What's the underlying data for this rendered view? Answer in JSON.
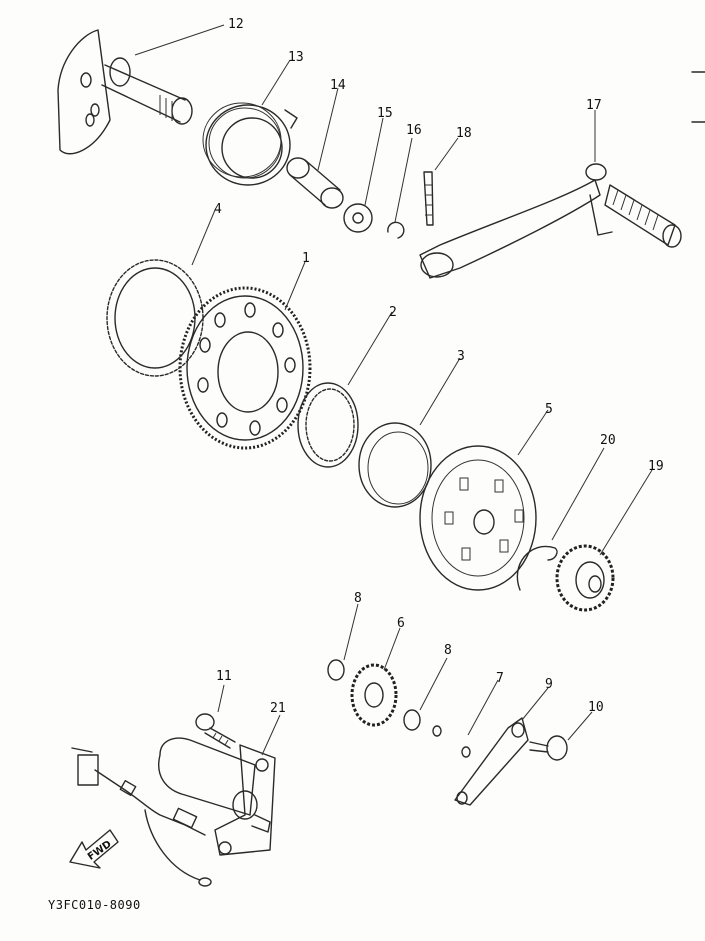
{
  "diagram": {
    "callouts": {
      "c12": "12",
      "c13": "13",
      "c14": "14",
      "c15": "15",
      "c16": "16",
      "c18": "18",
      "c17": "17",
      "c4": "4",
      "c1": "1",
      "c2": "2",
      "c3": "3",
      "c5": "5",
      "c20": "20",
      "c19": "19",
      "c8a": "8",
      "c6": "6",
      "c8b": "8",
      "c7": "7",
      "c9": "9",
      "c10": "10",
      "c11": "11",
      "c21": "21"
    },
    "fwd_label": "FWD",
    "figure_code": "Y3FC010-8090"
  }
}
